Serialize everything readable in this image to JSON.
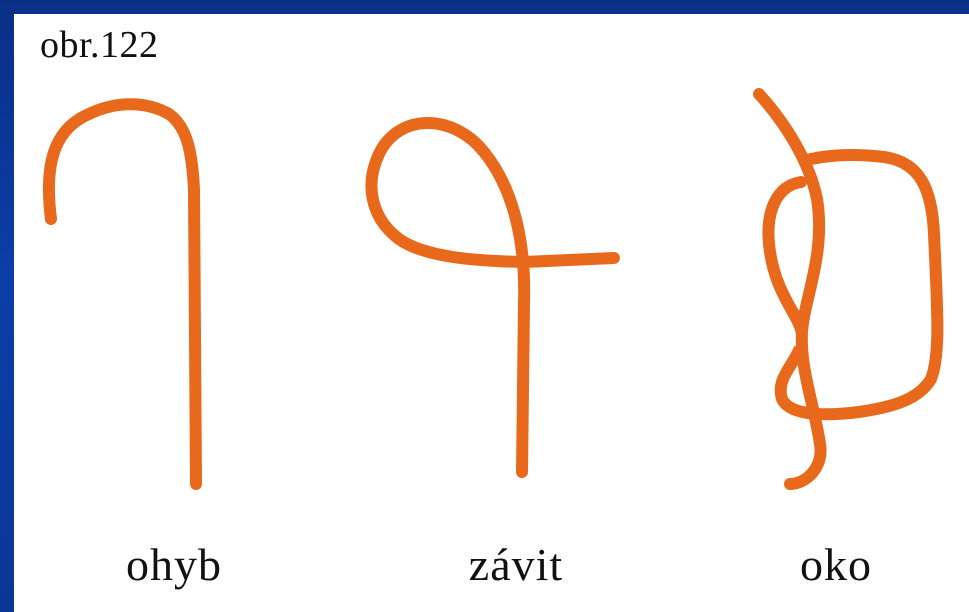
{
  "figure": {
    "number_label": "obr.122"
  },
  "knots": [
    {
      "id": "ohyb",
      "label": "ohyb"
    },
    {
      "id": "zavit",
      "label": "závit"
    },
    {
      "id": "oko",
      "label": "oko"
    }
  ],
  "colors": {
    "rope": "#e8691c",
    "frame_blue": "#0b3ea7",
    "panel": "#ffffff",
    "text": "#111111"
  }
}
